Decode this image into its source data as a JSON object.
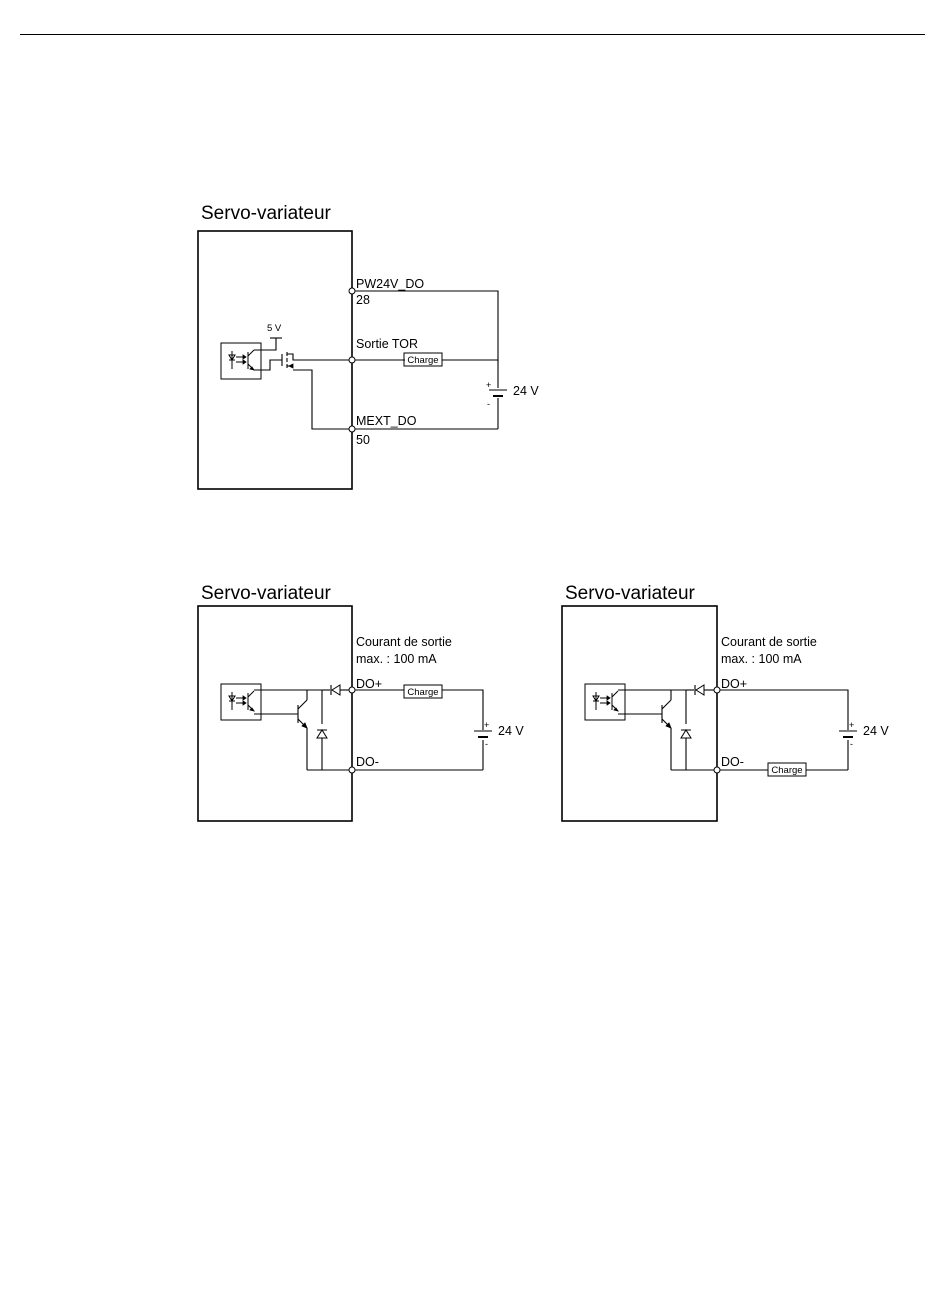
{
  "diagram1": {
    "title": "Servo-variateur",
    "pin_power_label": "PW24V_DO",
    "pin_power_number": "28",
    "output_label": "Sortie TOR",
    "pin_common_label": "MEXT_DO",
    "pin_common_number": "50",
    "supply_5v": "5 V",
    "load_label": "Charge",
    "battery_label": "24 V",
    "plus": "+",
    "minus": "-"
  },
  "diagram2": {
    "title": "Servo-variateur",
    "current_line1": "Courant de sortie",
    "current_line2": "max. : 100 mA",
    "do_plus": "DO+",
    "do_minus": "DO-",
    "load_label": "Charge",
    "battery_label": "24 V",
    "plus": "+",
    "minus": "-"
  },
  "diagram3": {
    "title": "Servo-variateur",
    "current_line1": "Courant de sortie",
    "current_line2": "max. : 100 mA",
    "do_plus": "DO+",
    "do_minus": "DO-",
    "load_label": "Charge",
    "battery_label": "24 V",
    "plus": "+",
    "minus": "-"
  }
}
